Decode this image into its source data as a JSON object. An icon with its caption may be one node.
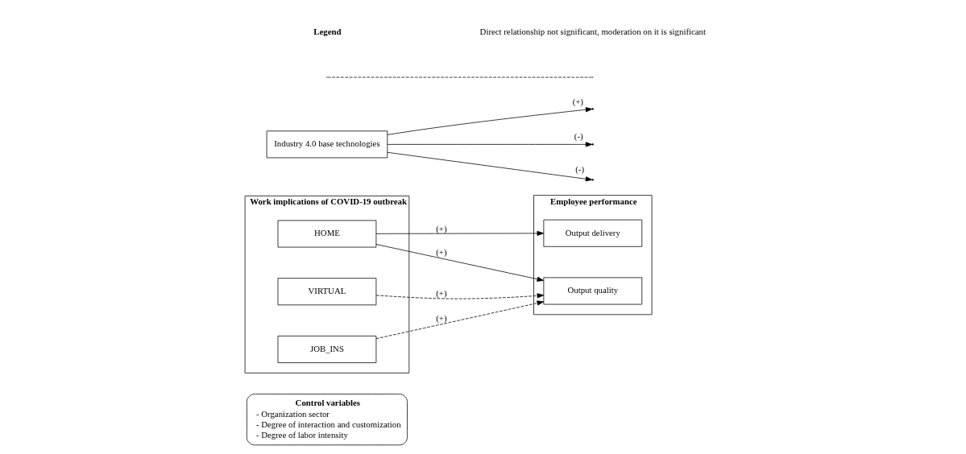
{
  "diagram": {
    "nodes": [
      {
        "text": [
          "Control variables",
          "- Organization sector",
          "- Degree of interaction and customization",
          "- Degree of labor intensity"
        ]
      },
      {
        "text": [
          "Work implications of COVID-19 outbreak"
        ]
      },
      {
        "text": [
          "HOME"
        ],
        "in": 1
      },
      {
        "text": [
          "VIRTUAL"
        ],
        "in": 1
      },
      {
        "text": [
          "JOB_INS"
        ],
        "in": 1
      },
      {
        "text": [
          "Employee performance"
        ]
      },
      {
        "text": [
          "Output quality"
        ],
        "in": 5
      },
      {
        "text": [
          "Output delivery"
        ],
        "in": 5
      },
      {
        "text": [
          "Industry 4.0 base technologies"
        ]
      }
    ],
    "edges": [
      {
        "from": 2,
        "to": 6,
        "arrow": "to",
        "label": "(+)"
      },
      {
        "from": 3,
        "to": 6,
        "arrow": "to",
        "label": "(+)",
        "style": "dashed"
      },
      {
        "from": 4,
        "to": 6,
        "arrow": "to",
        "label": "(+)",
        "style": "dashed"
      },
      {
        "from": 2,
        "to": 7,
        "arrow": "to",
        "label": "(+)"
      },
      {
        "from": 8,
        "to": null,
        "arrow": "to",
        "label": "(-)"
      },
      {
        "from": 8,
        "to": null,
        "arrow": "to",
        "label": "(+)"
      },
      {
        "from": 8,
        "to": null,
        "arrow": "to",
        "label": "(-)"
      }
    ],
    "labels": [
      "Legend"
    ],
    "legend": [
      {
        "text": "Direct relationship not significant, moderation on it is significant"
      }
    ]
  }
}
